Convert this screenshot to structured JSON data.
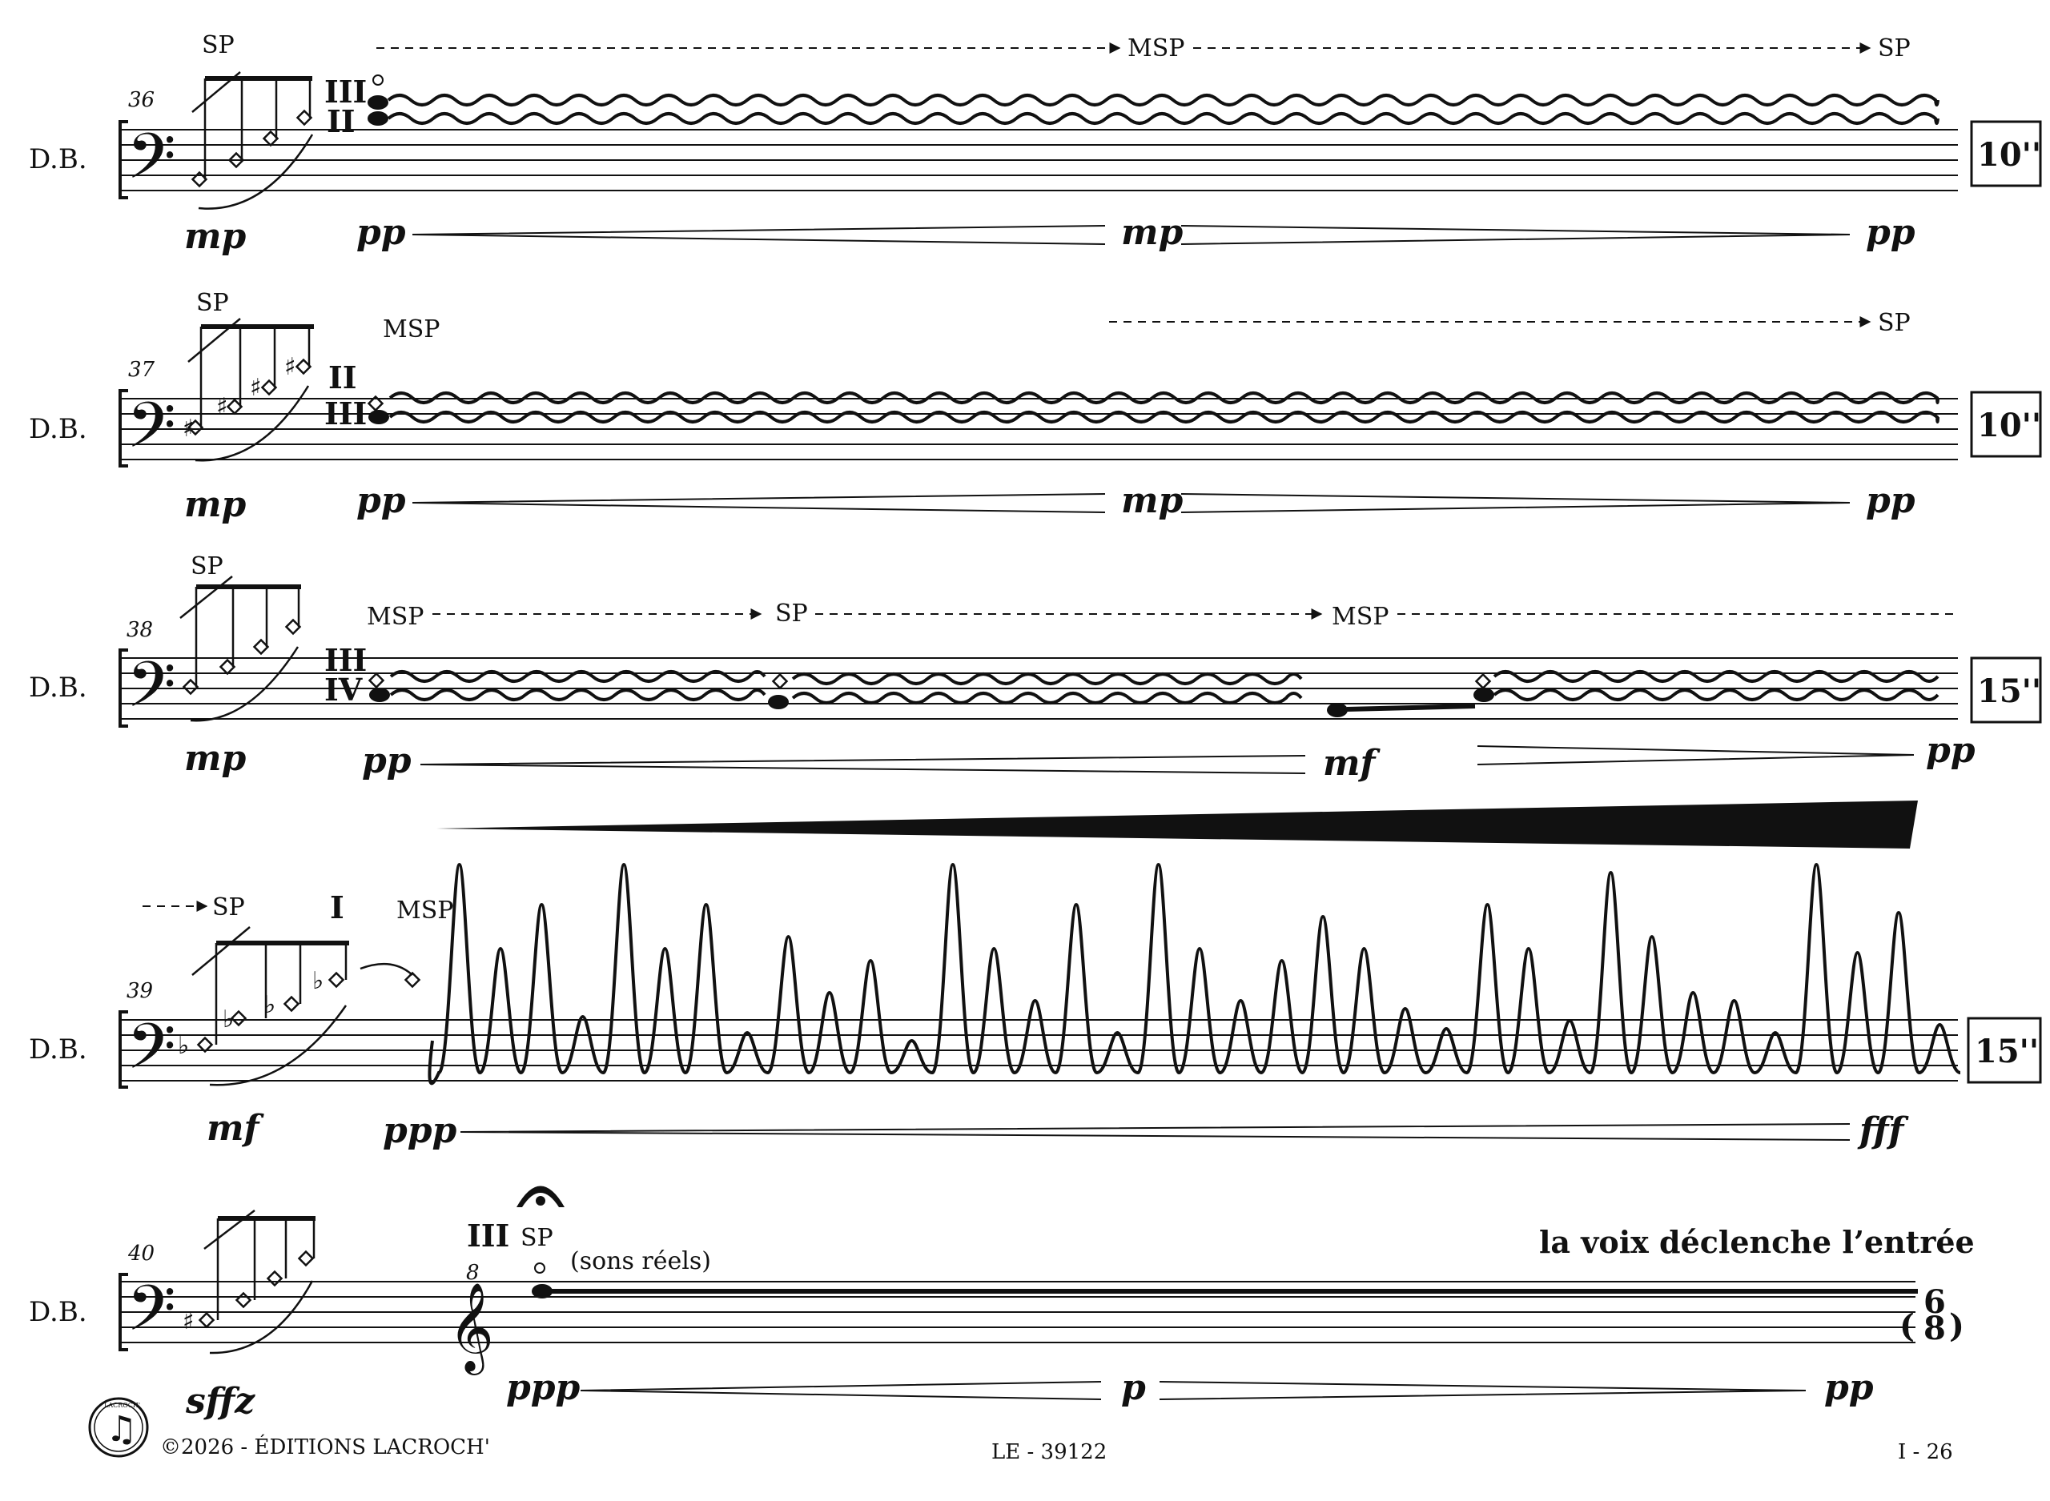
{
  "instrument": "D.B.",
  "systems": [
    {
      "measure": "36",
      "grace_technique": "SP",
      "strings_top": "III",
      "strings_bottom": "II",
      "techniques": [
        "MSP",
        "SP"
      ],
      "duration": "10''",
      "grace_dynamic": "mp",
      "dynamics": [
        "pp",
        "mp",
        "pp"
      ]
    },
    {
      "measure": "37",
      "grace_technique": "SP",
      "technique_start": "MSP",
      "strings_top": "II",
      "strings_bottom": "III",
      "technique_end": "SP",
      "duration": "10''",
      "grace_dynamic": "mp",
      "dynamics": [
        "pp",
        "mp",
        "pp"
      ]
    },
    {
      "measure": "38",
      "grace_technique": "SP",
      "strings_top": "III",
      "strings_bottom": "IV",
      "techniques": [
        "MSP",
        "SP",
        "MSP"
      ],
      "duration": "15''",
      "grace_dynamic": "mp",
      "dynamics": [
        "pp",
        "mf",
        "pp"
      ]
    },
    {
      "measure": "39",
      "technique_carry": "SP",
      "string": "I",
      "technique_start": "MSP",
      "duration": "15''",
      "grace_dynamic": "mf",
      "dynamics": [
        "ppp",
        "fff"
      ]
    },
    {
      "measure": "40",
      "string": "III",
      "technique": "SP",
      "note_text": "(sons réels)",
      "octave_mark": "8",
      "instruction": "la voix déclenche l’entrée",
      "time_signature": {
        "numerator": "6",
        "denominator": "8",
        "open": "(",
        "close": ")"
      },
      "grace_dynamic": "sffz",
      "dynamics": [
        "ppp",
        "p",
        "pp"
      ]
    }
  ],
  "footer": {
    "copyright": "©2026 - ÉDITIONS LACROCH'",
    "logo_text": "LACROCH'",
    "catalog": "LE - 39122",
    "page": "I - 26"
  }
}
